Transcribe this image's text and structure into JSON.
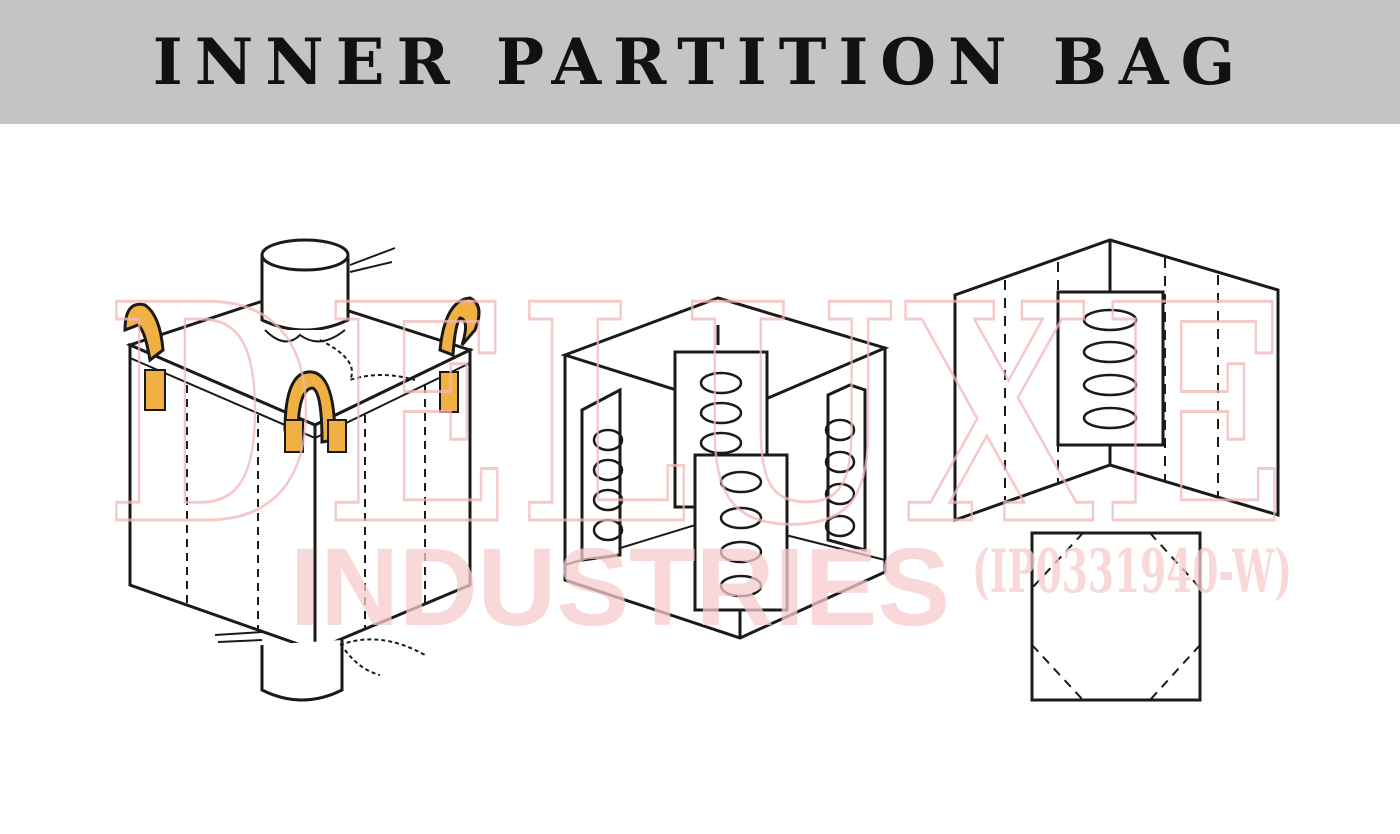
{
  "header": {
    "title": "INNER PARTITION BAG"
  },
  "watermark": {
    "line1": "DELUXE",
    "line2": "INDUSTRIES",
    "reg_no": "(IP0331940-W)"
  },
  "colors": {
    "header_bg": "#c4c4c4",
    "loop": "#f0b044",
    "watermark": "#f2b8b8",
    "line": "#1a1a1a"
  }
}
